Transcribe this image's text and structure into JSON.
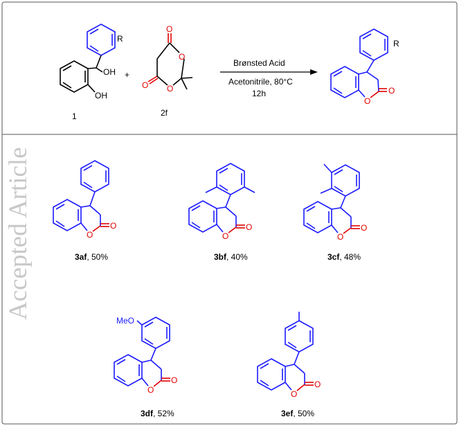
{
  "watermark": "Accepted Article",
  "reaction": {
    "reactant1_label": "1",
    "reactant2_label": "2f",
    "plus": "+",
    "conditions": {
      "catalyst": "Brønsted Acid",
      "solvent_temp": "Acetonitrile, 80°C",
      "time": "12h"
    },
    "atoms": {
      "R": "R",
      "OH": "OH",
      "O": "O"
    }
  },
  "products": [
    {
      "id": "3af",
      "yield": ", 50%"
    },
    {
      "id": "3bf",
      "yield": ", 40%"
    },
    {
      "id": "3cf",
      "yield": ", 48%"
    },
    {
      "id": "3df",
      "yield": ", 52%"
    },
    {
      "id": "3ef",
      "yield": ", 50%"
    }
  ],
  "substituents": {
    "methoxy": "MeO"
  },
  "colors": {
    "product_bonds": "#1a1aff",
    "heteroatom": "#e00000",
    "reagent_bonds": "#000000",
    "watermark": "#c8c8c8"
  }
}
